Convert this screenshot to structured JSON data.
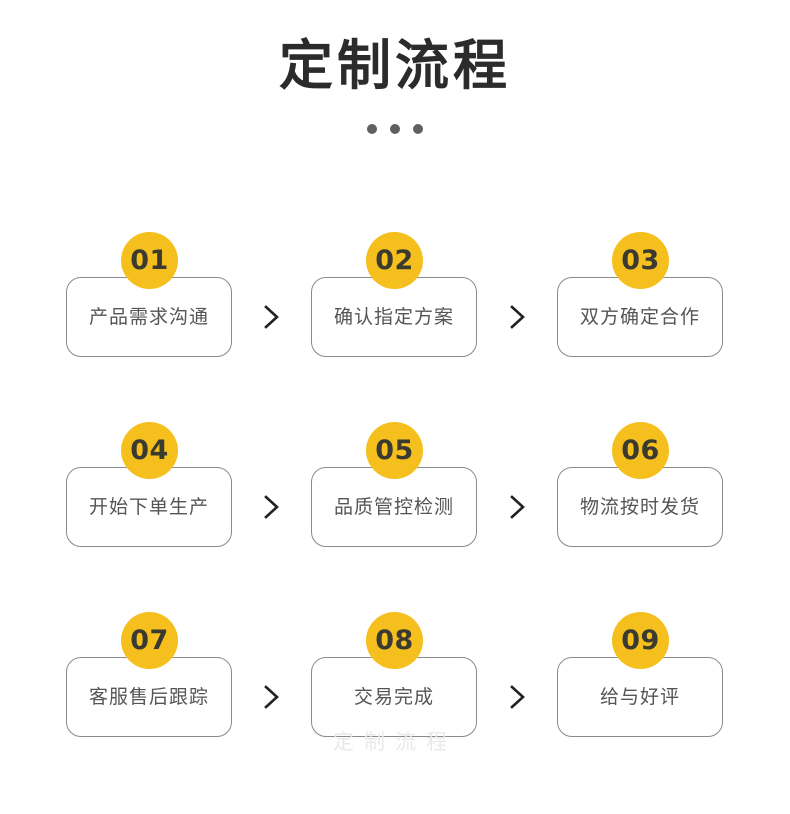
{
  "header": {
    "title": "定制流程",
    "dots_count": 3,
    "dot_color": "#606060"
  },
  "theme": {
    "badge_color": "#f5c01d",
    "badge_text_color": "#3a3a30",
    "card_border_color": "#8a8a8a",
    "card_text_color": "#555555",
    "title_color": "#2b2b2b",
    "background": "#ffffff"
  },
  "separator_icon": "chevron-right-icon",
  "flow": {
    "rows": [
      {
        "steps": [
          {
            "number": "01",
            "label": "产品需求沟通"
          },
          {
            "number": "02",
            "label": "确认指定方案"
          },
          {
            "number": "03",
            "label": "双方确定合作"
          }
        ]
      },
      {
        "steps": [
          {
            "number": "04",
            "label": "开始下单生产"
          },
          {
            "number": "05",
            "label": "品质管控检测"
          },
          {
            "number": "06",
            "label": "物流按时发货"
          }
        ]
      },
      {
        "steps": [
          {
            "number": "07",
            "label": "客服售后跟踪"
          },
          {
            "number": "08",
            "label": "交易完成"
          },
          {
            "number": "09",
            "label": "给与好评"
          }
        ]
      }
    ]
  },
  "watermark": {
    "text": "定制流程"
  }
}
